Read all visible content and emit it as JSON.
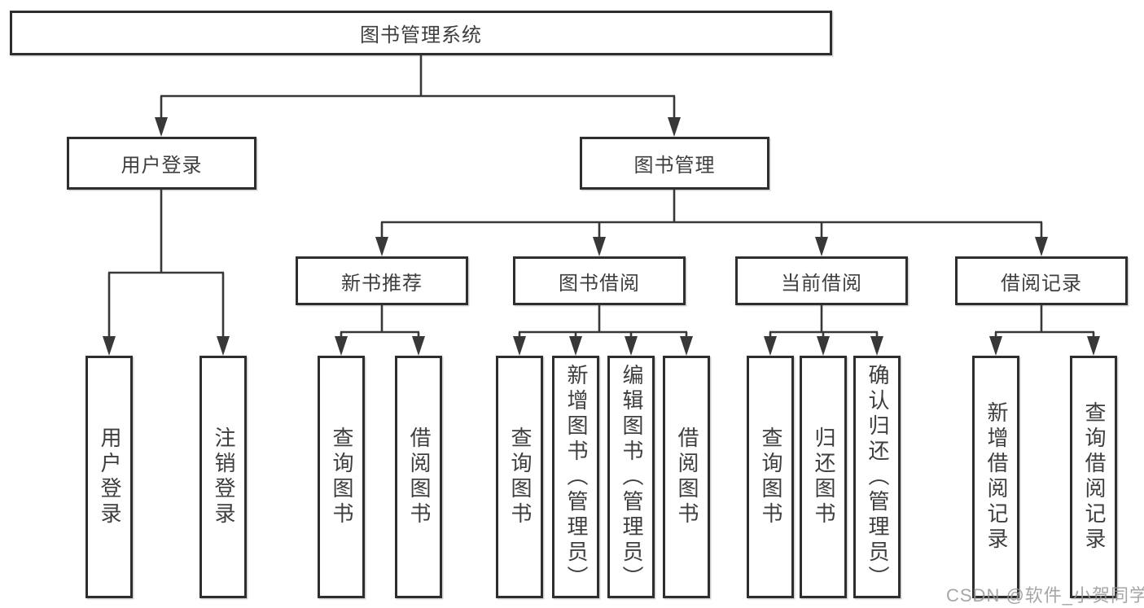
{
  "nodes": {
    "root": "图书管理系统",
    "user_login": "用户登录",
    "book_mgmt": "图书管理",
    "new_books": "新书推荐",
    "book_borrow": "图书借阅",
    "current_borrow": "当前借阅",
    "borrow_records": "借阅记录"
  },
  "leaves": {
    "login": [
      "用户登录",
      "注销登录"
    ],
    "new_books": [
      "查询图书",
      "借阅图书"
    ],
    "book_borrow": [
      "查询图书",
      "新增图书（管理员）",
      "编辑图书（管理员）",
      "借阅图书"
    ],
    "current_borrow": [
      "查询图书",
      "归还图书",
      "确认归还（管理员）"
    ],
    "borrow_records": [
      "新增借阅记录",
      "查询借阅记录"
    ]
  },
  "watermark": "CSDN @软件_小贺同学",
  "colors": {
    "line": "#383838",
    "border": "#2e2e2e",
    "text": "#3e3e3e",
    "watermark": "#969698"
  }
}
